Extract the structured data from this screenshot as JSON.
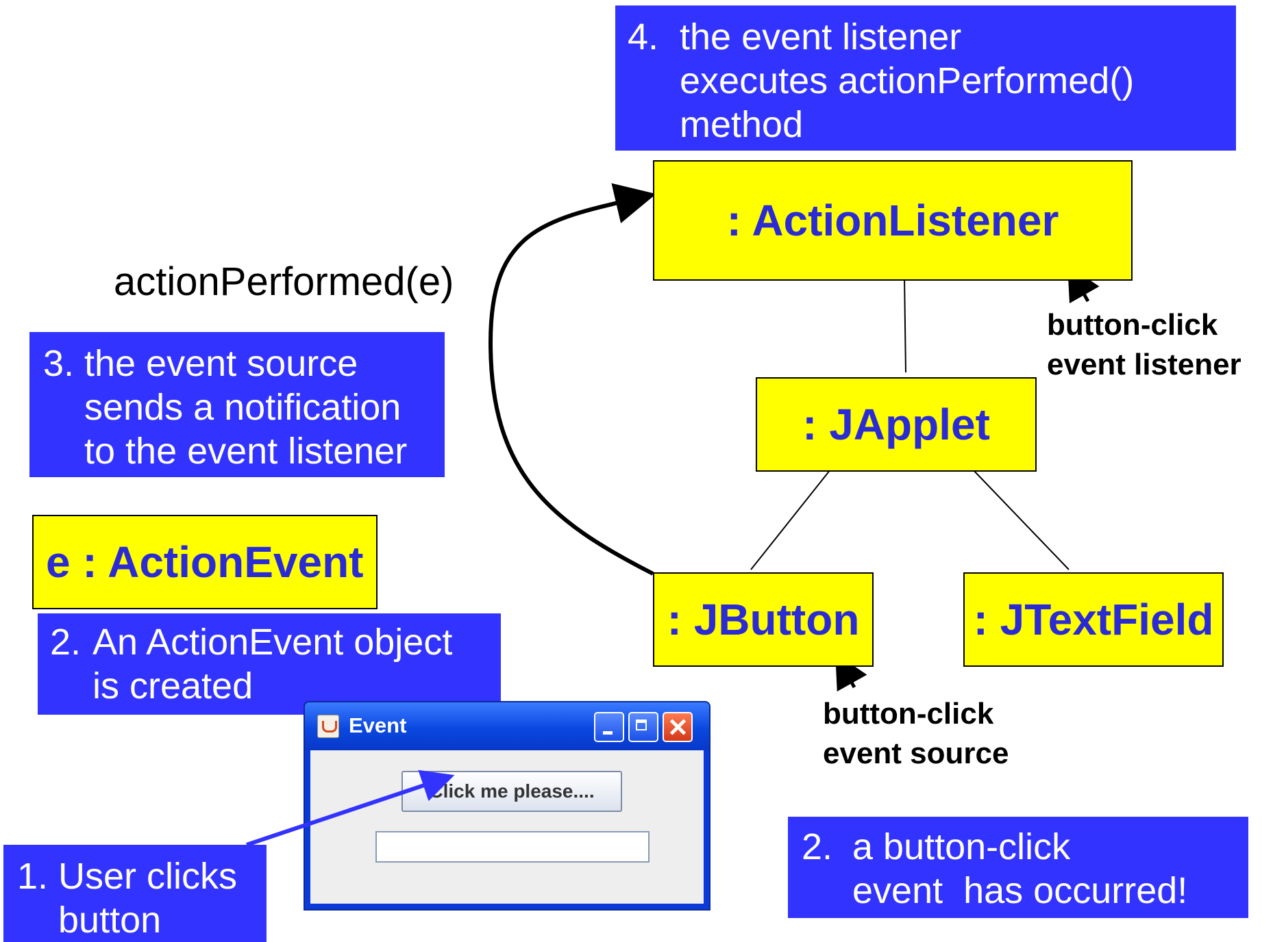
{
  "steps": {
    "step1": {
      "number": "1.",
      "line1": "User clicks",
      "line2": "button"
    },
    "step2_event": {
      "number": "2.",
      "line1": "An ActionEvent object",
      "line2": "is created"
    },
    "step2_click": {
      "number": "2.",
      "line1": "a button-click",
      "line2": "event  has occurred!"
    },
    "step3": {
      "number": "3.",
      "line1": "the event source",
      "line2": "sends a notification",
      "line3": "to the event listener"
    },
    "step4": {
      "number": "4.",
      "line1": "the event listener",
      "line2": "executes actionPerformed()",
      "line3": "method"
    }
  },
  "objects": {
    "action_listener": ": ActionListener",
    "japplet": ": JApplet",
    "jbutton": ": JButton",
    "jtextfield": ": JTextField",
    "action_event": "e : ActionEvent"
  },
  "labels": {
    "method_call": "actionPerformed(e)",
    "listener_caption": {
      "line1": "button-click",
      "line2": "event listener"
    },
    "source_caption": {
      "line1": "button-click",
      "line2": "event source"
    }
  },
  "window": {
    "title": "Event",
    "button_label": "Click me please....",
    "text_field_value": ""
  },
  "icons": {
    "window_app": "java-cup-icon",
    "minimize": "minimize-icon",
    "maximize": "maximize-icon",
    "close": "close-icon"
  },
  "colors": {
    "step_box": "#3333ff",
    "step_text": "#ffffff",
    "object_box": "#ffff00",
    "object_text": "#2b2bd6",
    "window_frame": "#0a48e0"
  }
}
